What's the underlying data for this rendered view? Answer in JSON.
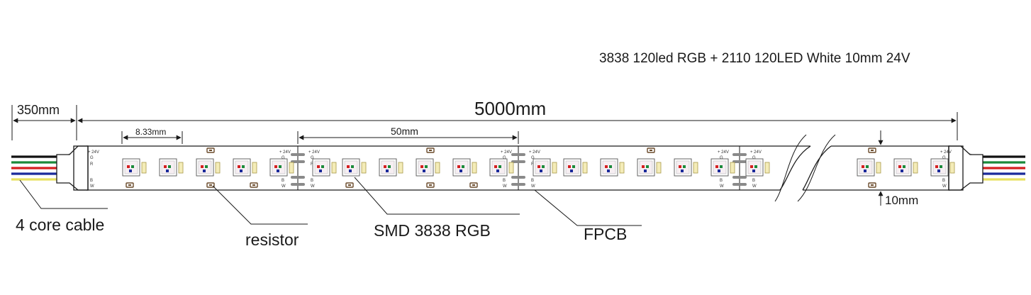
{
  "title": "3838 120led RGB + 2110 120LED  White 10mm 24V",
  "dimensions": {
    "lead_length": "350mm",
    "total_length": "5000mm",
    "led_pitch": "8.33mm",
    "cut_section": "50mm",
    "strip_width": "10mm"
  },
  "callouts": {
    "cable": "4 core cable",
    "resistor": "resistor",
    "led": "SMD 3838 RGB",
    "pcb": "FPCB"
  },
  "pad_labels": {
    "voltage": "+ 24V",
    "g": "G",
    "r": "R",
    "b": "B",
    "w": "W"
  },
  "wire_colors": [
    "#111111",
    "#1a8a3a",
    "#d42020",
    "#1a2a9a",
    "#e8e060"
  ]
}
